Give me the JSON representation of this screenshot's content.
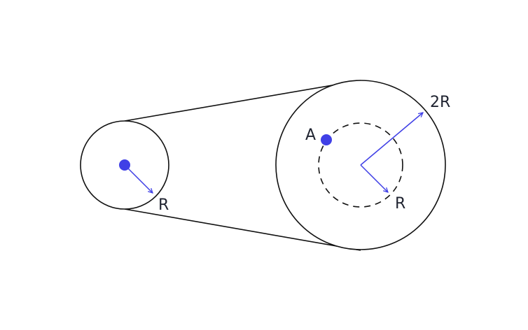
{
  "diagram": {
    "labels": {
      "small_radius": "R",
      "large_radius": "2R",
      "inner_radius": "R",
      "point_a": "A"
    },
    "colors": {
      "stroke": "#111111",
      "accent": "#4040e6",
      "text": "#1f2330",
      "background": "#ffffff"
    }
  }
}
